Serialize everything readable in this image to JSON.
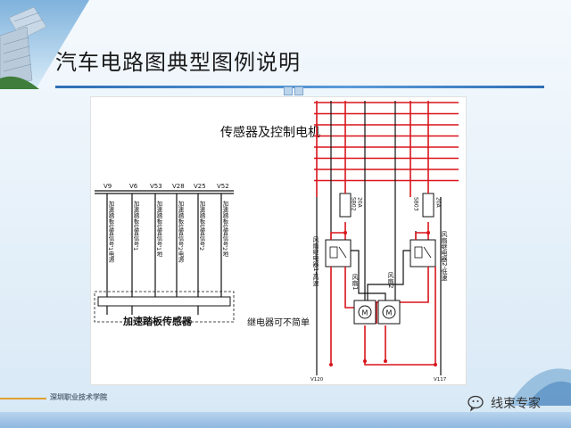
{
  "slide": {
    "title": "汽车电路图典型图例说明",
    "school": "深圳职业技术学院",
    "watermark": "线束专家"
  },
  "diagram": {
    "heading": "传感器及控制电机",
    "pins": [
      "V9",
      "V6",
      "V53",
      "V28",
      "V25",
      "V52"
    ],
    "signal_labels": [
      "加速踏板位置信号1电源",
      "加速踏板位置信号1",
      "加速踏板位置信号1地",
      "加速踏板位置信号2电源",
      "加速踏板位置信号2",
      "加速踏板位置信号2地"
    ],
    "sensor_label": "加速踏板传感器",
    "note": "继电器可不简单",
    "fuses": [
      {
        "id": "SB02",
        "rating": "20A"
      },
      {
        "id": "SB03",
        "rating": "20A"
      }
    ],
    "relay_left": "风扇继电器1-高速",
    "relay_right": "风扇继电器2-低速",
    "fan1": "风扇1",
    "fan2": "风扇2",
    "ground_left": "V120",
    "ground_right": "V117",
    "bus_line_count": 8
  },
  "colors": {
    "wire_red": "#d9141b",
    "wire_black": "#111111",
    "title_rule": "#2f6eb5"
  }
}
